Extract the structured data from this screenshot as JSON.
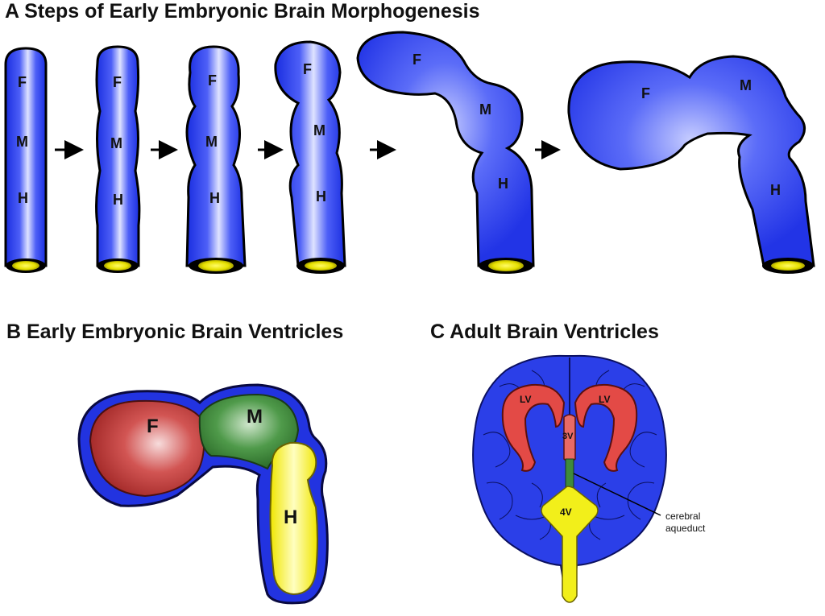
{
  "panel_a": {
    "title": "A  Steps of Early Embryonic Brain Morphogenesis",
    "region_labels": {
      "forebrain": "F",
      "midbrain": "M",
      "hindbrain": "H"
    },
    "stage_count": 6
  },
  "panel_b": {
    "title": "B  Early Embryonic Brain Ventricles",
    "labels": {
      "forebrain": "F",
      "midbrain": "M",
      "hindbrain": "H"
    }
  },
  "panel_c": {
    "title": "C  Adult Brain Ventricles",
    "labels": {
      "lateral_left": "LV",
      "lateral_right": "LV",
      "third": "3V",
      "fourth": "4V",
      "aqueduct_line1": "cerebral",
      "aqueduct_line2": "aqueduct"
    }
  },
  "colors": {
    "tube_blue": "#3a4df0",
    "tube_light": "#c9d0ff",
    "lumen_yellow": "#f2ef00",
    "forebrain_red": "#c9413f",
    "midbrain_green": "#3f8a3c",
    "hindbrain_yellow": "#fbf31c",
    "outline": "#0a0a0a"
  }
}
